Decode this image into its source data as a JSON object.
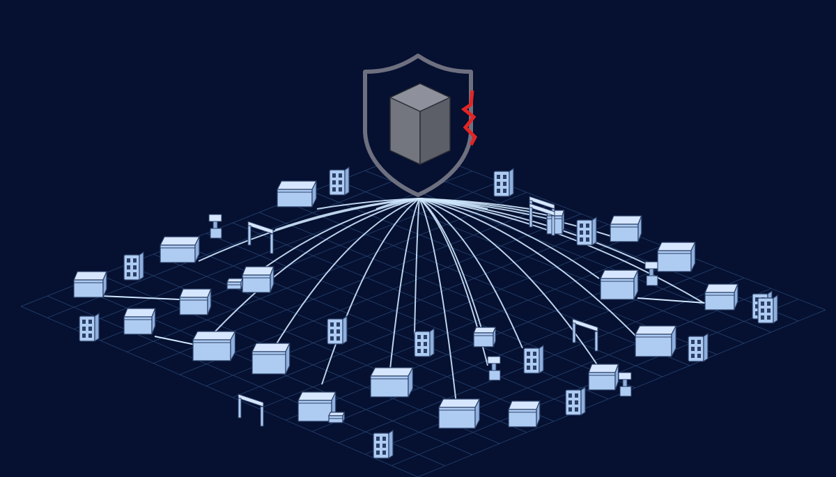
{
  "colors": {
    "background": "#061030",
    "grid": "#1f3a66",
    "box_top": "#d6e6ff",
    "box_front": "#aecbf2",
    "box_side": "#8fb0de",
    "box_edge": "#2a3f66",
    "link": "#cfe8ff",
    "shield_stroke": "#6e7080",
    "cube_top": "#8e909c",
    "cube_left": "#73757f",
    "cube_right": "#5c5e68",
    "crack": "#e32424"
  },
  "icons": {
    "shield": "shield-icon",
    "cube": "cube-icon",
    "crack": "crack-icon",
    "container": "container-icon",
    "rack": "server-rack-icon",
    "gate": "gate-icon",
    "device": "device-icon"
  },
  "diagram": {
    "hub": "shield-with-cube",
    "links": 24,
    "nodes": {
      "containers": 22,
      "racks": 13,
      "gates": 5,
      "devices": 4
    }
  }
}
